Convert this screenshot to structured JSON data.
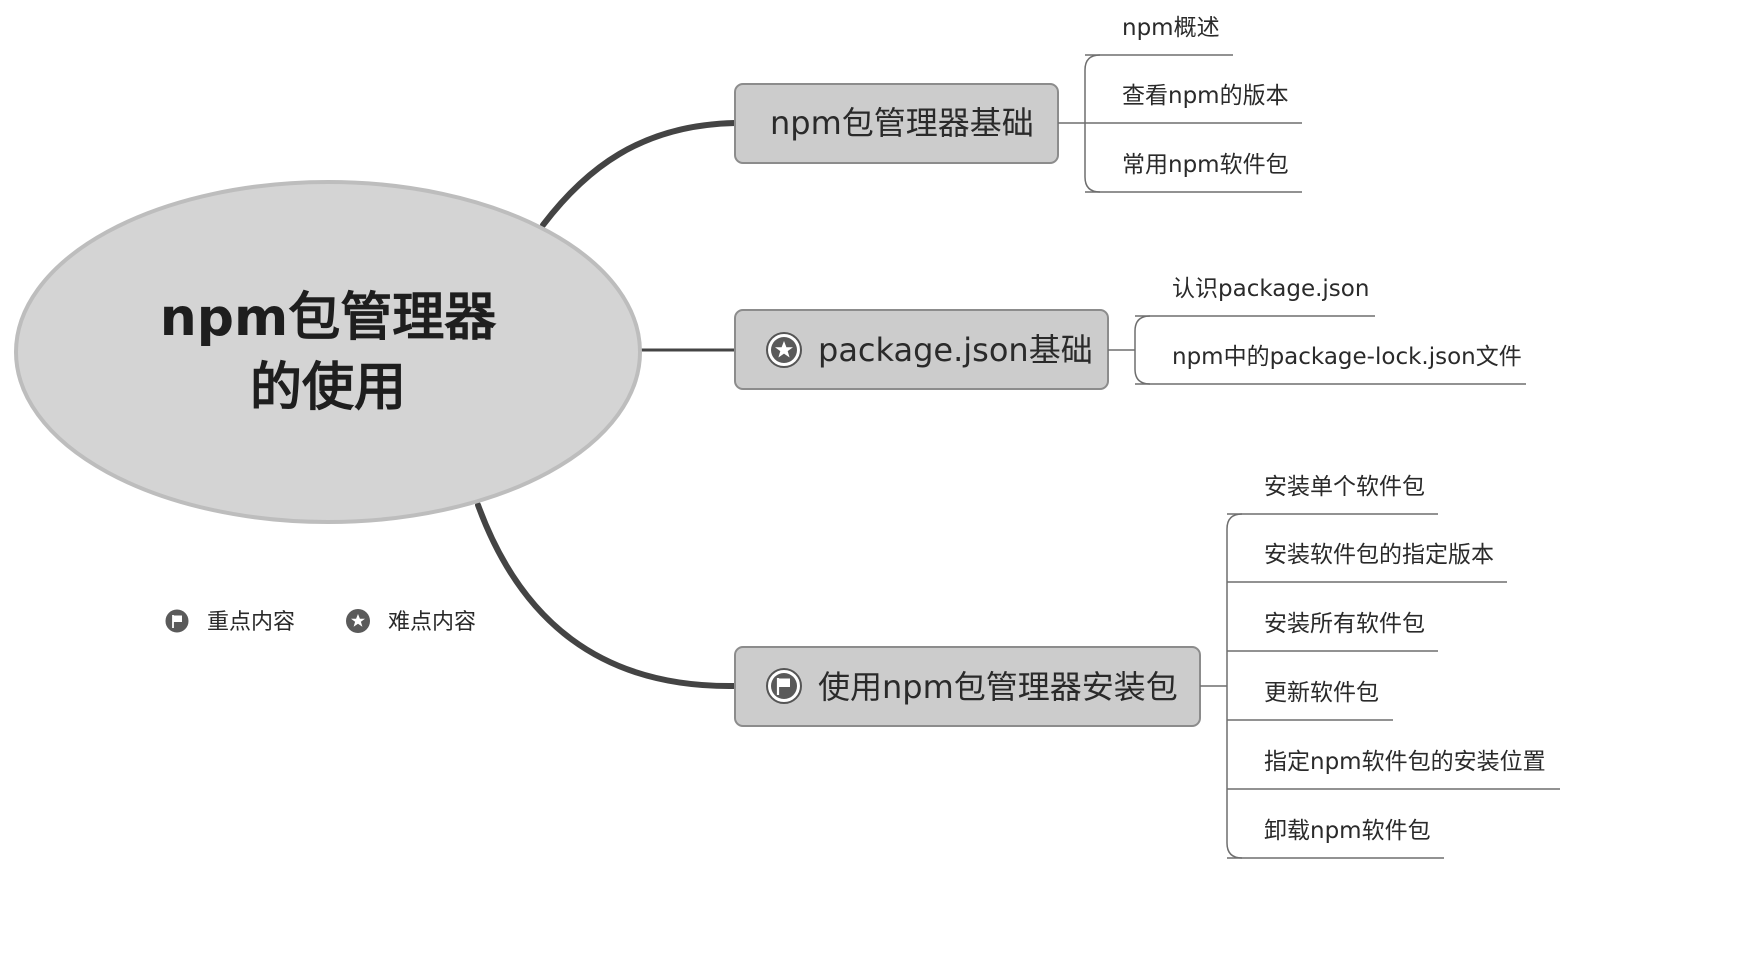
{
  "central_topic": {
    "line1": "npm包管理器",
    "line2": "的使用"
  },
  "branches": [
    {
      "label": "npm包管理器基础",
      "marker": "none",
      "subtopics": [
        "npm概述",
        "查看npm的版本",
        "常用npm软件包"
      ]
    },
    {
      "label": "package.json基础",
      "marker": "star-icon",
      "subtopics": [
        "认识package.json",
        "npm中的package-lock.json文件"
      ]
    },
    {
      "label": "使用npm包管理器安装包",
      "marker": "flag-icon",
      "subtopics": [
        "安装单个软件包",
        "安装软件包的指定版本",
        "安装所有软件包",
        "更新软件包",
        "指定npm软件包的安装位置",
        "卸载npm软件包"
      ]
    }
  ],
  "legend": [
    {
      "icon": "flag-icon",
      "label": "重点内容"
    },
    {
      "icon": "star-icon",
      "label": "难点内容"
    }
  ],
  "colors": {
    "central_fill": "#d4d4d4",
    "central_stroke": "#bdbdbd",
    "branch_fill": "#cccccc",
    "branch_stroke": "#8c8c8c",
    "connector": "#4a4a4a",
    "leaf_line": "#6e6e6e"
  }
}
